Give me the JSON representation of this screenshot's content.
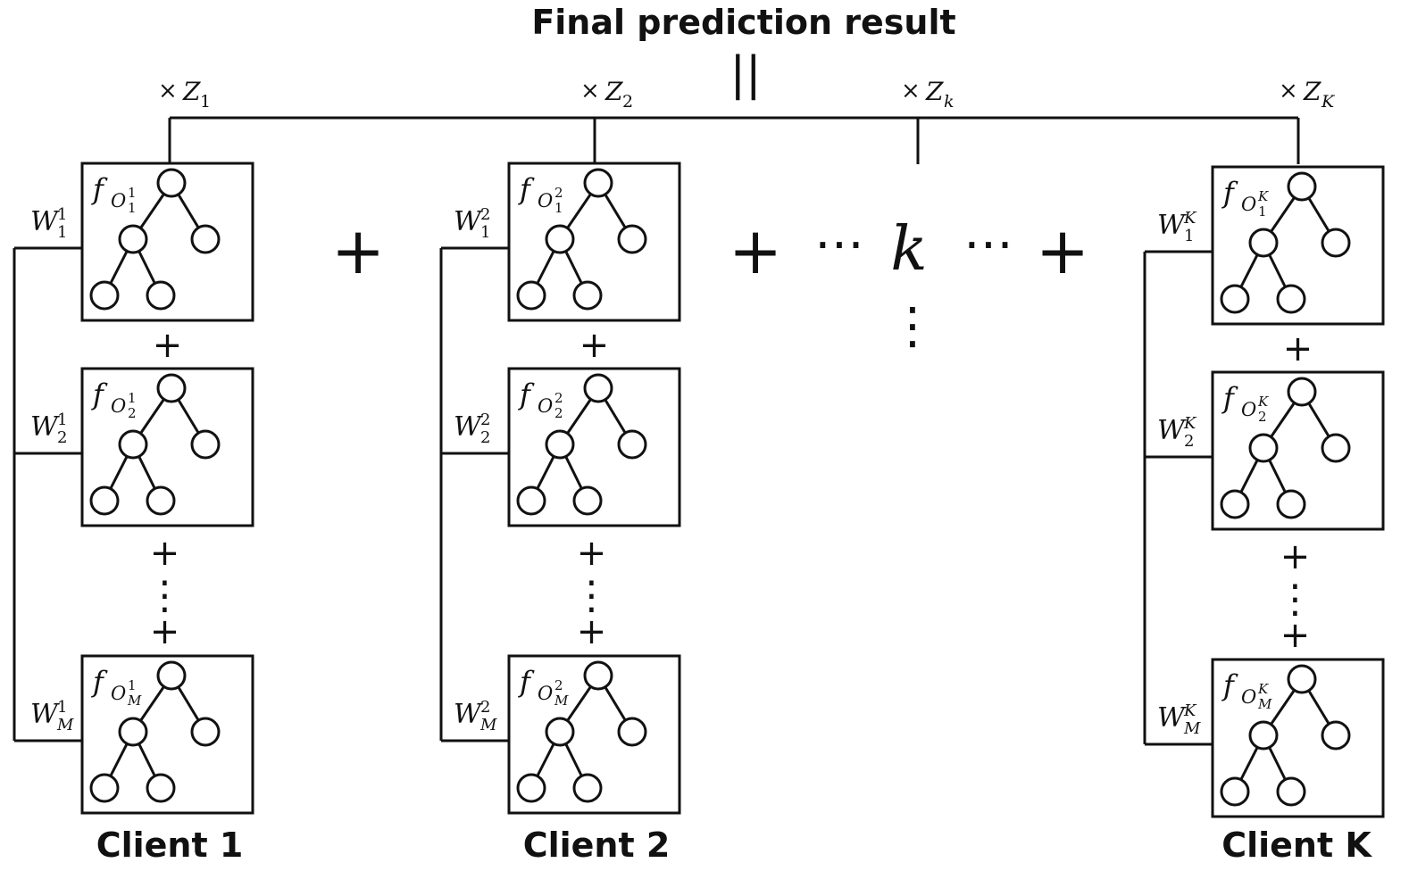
{
  "title": "Final prediction result",
  "equals": "||",
  "times": "×",
  "aggregation_symbol": "Z",
  "plus": "+",
  "ellipsis_h": "⋯",
  "ellipsis_v": "⋮",
  "middle_client_index": "k",
  "tree_function": "f",
  "tree_subscript_base": "O",
  "weight_symbol": "W",
  "clients": [
    {
      "name": "Client 1",
      "z_sub": "1",
      "sup": "1",
      "trees": [
        {
          "sub": "1"
        },
        {
          "sub": "2"
        },
        {
          "sub": "M"
        }
      ]
    },
    {
      "name": "Client 2",
      "z_sub": "2",
      "sup": "2",
      "trees": [
        {
          "sub": "1"
        },
        {
          "sub": "2"
        },
        {
          "sub": "M"
        }
      ]
    },
    {
      "name": "Client K",
      "z_sub": "K",
      "sup": "K",
      "trees": [
        {
          "sub": "1"
        },
        {
          "sub": "2"
        },
        {
          "sub": "M"
        }
      ]
    }
  ],
  "middle_z_sub": "k"
}
